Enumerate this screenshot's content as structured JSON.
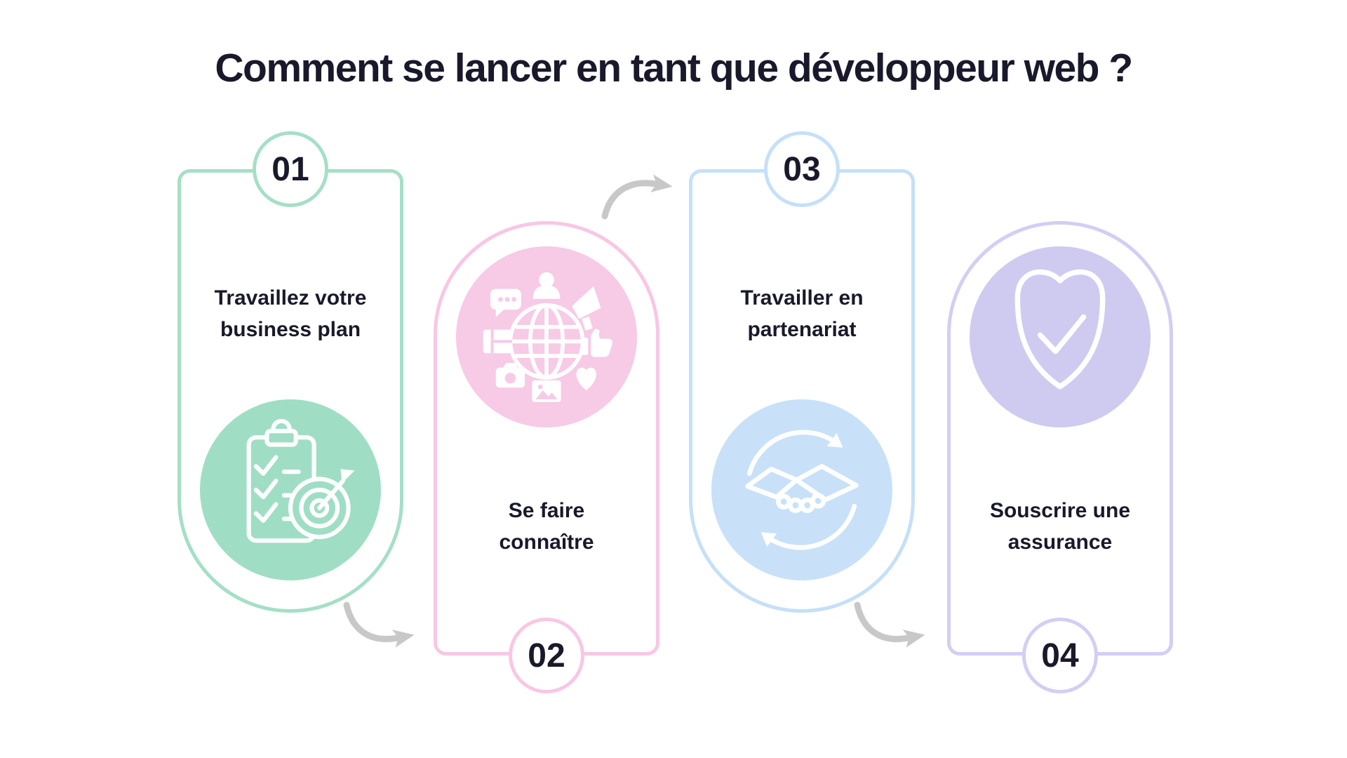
{
  "title": "Comment se lancer en tant que développeur web ?",
  "text_color": "#19192b",
  "arrow_color": "#c8c8c8",
  "steps": [
    {
      "number": "01",
      "lines": [
        "Travaillez votre",
        "business plan"
      ],
      "icon": "clipboard-checklist-target-icon",
      "colors": {
        "accent": "#a5dfc6",
        "fill": "#9fdec5"
      }
    },
    {
      "number": "02",
      "lines": [
        "Se faire",
        "connaître"
      ],
      "icon": "globe-social-media-icon",
      "colors": {
        "accent": "#f8c7e4",
        "fill": "#f7cae6"
      }
    },
    {
      "number": "03",
      "lines": [
        "Travailler en",
        "partenariat"
      ],
      "icon": "handshake-cycle-icon",
      "colors": {
        "accent": "#c5e0f8",
        "fill": "#c8e1f9"
      }
    },
    {
      "number": "04",
      "lines": [
        "Souscrire une",
        "assurance"
      ],
      "icon": "shield-check-icon",
      "colors": {
        "accent": "#d3cef3",
        "fill": "#cfcaf0"
      }
    }
  ]
}
